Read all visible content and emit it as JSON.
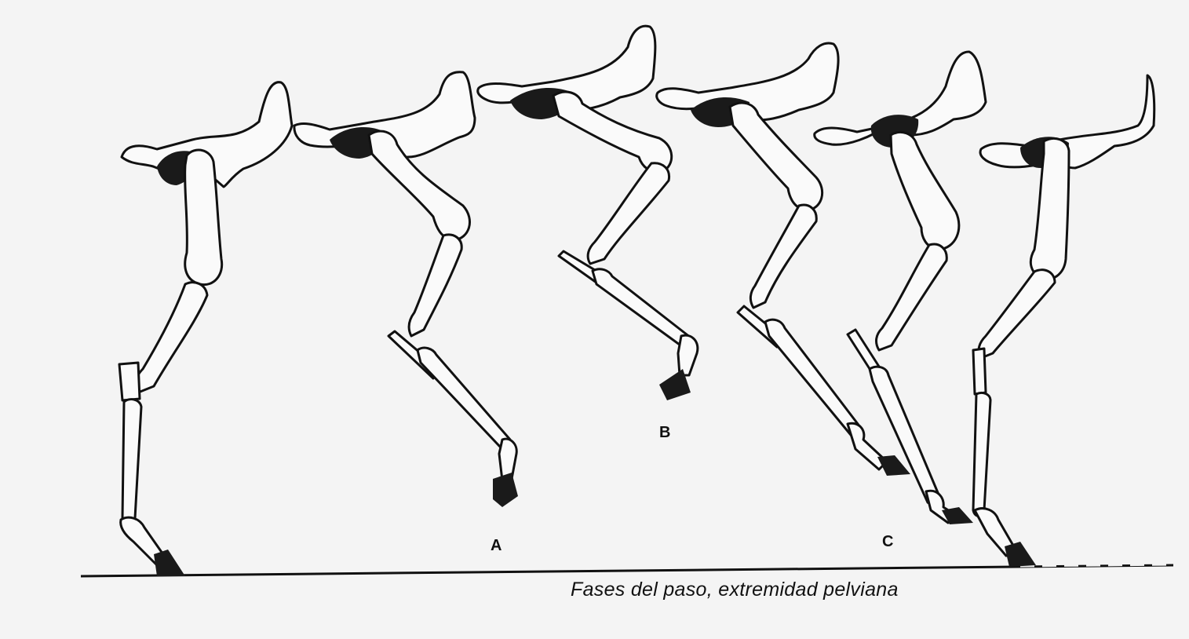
{
  "figure": {
    "caption": "Fases del paso, extremidad pelviana",
    "phase_labels": {
      "a": "A",
      "b": "B",
      "c": "C"
    },
    "colors": {
      "background": "#f4f4f4",
      "ink": "#111111",
      "bone_fill": "#fafafa"
    }
  }
}
